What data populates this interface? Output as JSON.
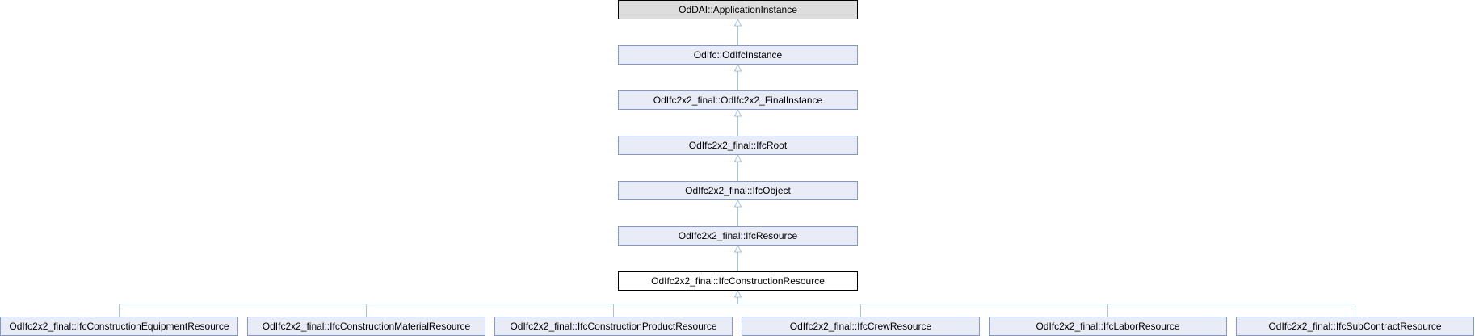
{
  "colors": {
    "node_fill": "#E8ECF7",
    "node_border": "#8497C6",
    "root_fill": "#DDDDDD",
    "root_border": "#000000",
    "current_fill": "#FFFFFF",
    "current_border": "#000000",
    "edge": "#A3C4E3",
    "text": "#000000"
  },
  "diagram": {
    "chain": [
      {
        "id": "n0",
        "label": "OdDAI::ApplicationInstance",
        "style": "root"
      },
      {
        "id": "n1",
        "label": "OdIfc::OdIfcInstance",
        "style": "normal"
      },
      {
        "id": "n2",
        "label": "OdIfc2x2_final::OdIfc2x2_FinalInstance",
        "style": "normal"
      },
      {
        "id": "n3",
        "label": "OdIfc2x2_final::IfcRoot",
        "style": "normal"
      },
      {
        "id": "n4",
        "label": "OdIfc2x2_final::IfcObject",
        "style": "normal"
      },
      {
        "id": "n5",
        "label": "OdIfc2x2_final::IfcResource",
        "style": "normal"
      },
      {
        "id": "n6",
        "label": "OdIfc2x2_final::IfcConstructionResource",
        "style": "current"
      }
    ],
    "children": [
      {
        "id": "c0",
        "label": "OdIfc2x2_final::IfcConstructionEquipmentResource"
      },
      {
        "id": "c1",
        "label": "OdIfc2x2_final::IfcConstructionMaterialResource"
      },
      {
        "id": "c2",
        "label": "OdIfc2x2_final::IfcConstructionProductResource"
      },
      {
        "id": "c3",
        "label": "OdIfc2x2_final::IfcCrewResource"
      },
      {
        "id": "c4",
        "label": "OdIfc2x2_final::IfcLaborResource"
      },
      {
        "id": "c5",
        "label": "OdIfc2x2_final::IfcSubContractResource"
      }
    ]
  }
}
